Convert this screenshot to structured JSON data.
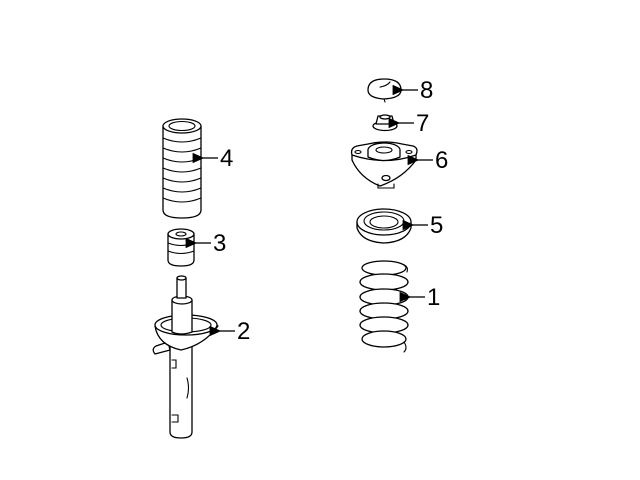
{
  "diagram": {
    "type": "exploded parts diagram",
    "subject": "front strut assembly",
    "colors": {
      "line": "#000000",
      "background": "#ffffff"
    },
    "callouts": [
      {
        "number": "1",
        "part": "coil-spring"
      },
      {
        "number": "2",
        "part": "strut"
      },
      {
        "number": "3",
        "part": "bump-stop"
      },
      {
        "number": "4",
        "part": "dust-boot"
      },
      {
        "number": "5",
        "part": "spring-seat"
      },
      {
        "number": "6",
        "part": "strut-mount"
      },
      {
        "number": "7",
        "part": "nut"
      },
      {
        "number": "8",
        "part": "cap"
      }
    ]
  }
}
